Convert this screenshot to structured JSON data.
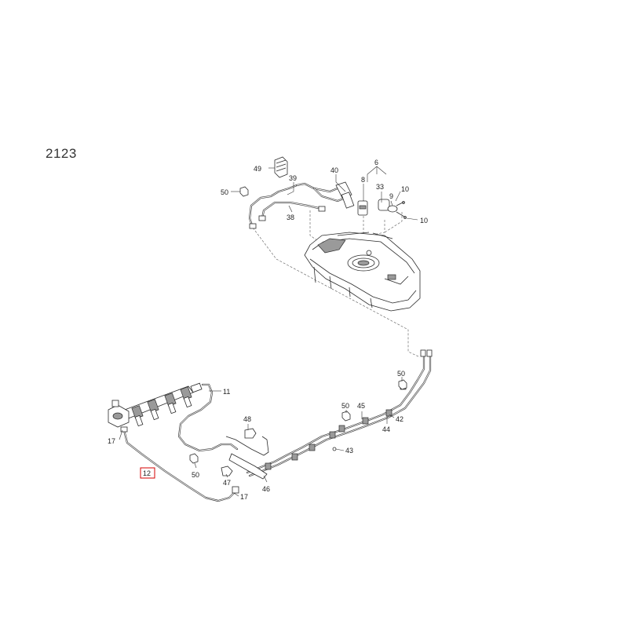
{
  "diagram_number": "2123",
  "callouts": {
    "c49": "49",
    "c50a": "50",
    "c39": "39",
    "c40": "40",
    "c6": "6",
    "c8": "8",
    "c33": "33",
    "c9": "9",
    "c10a": "10",
    "c10b": "10",
    "c38": "38",
    "c50b": "50",
    "c11": "11",
    "c50c": "50",
    "c45": "45",
    "c42": "42",
    "c44": "44",
    "c48": "48",
    "c43": "43",
    "c17a": "17",
    "c12": "12",
    "c50d": "50",
    "c47": "47",
    "c46": "46",
    "c17b": "17"
  },
  "highlight_color": "#d40000"
}
